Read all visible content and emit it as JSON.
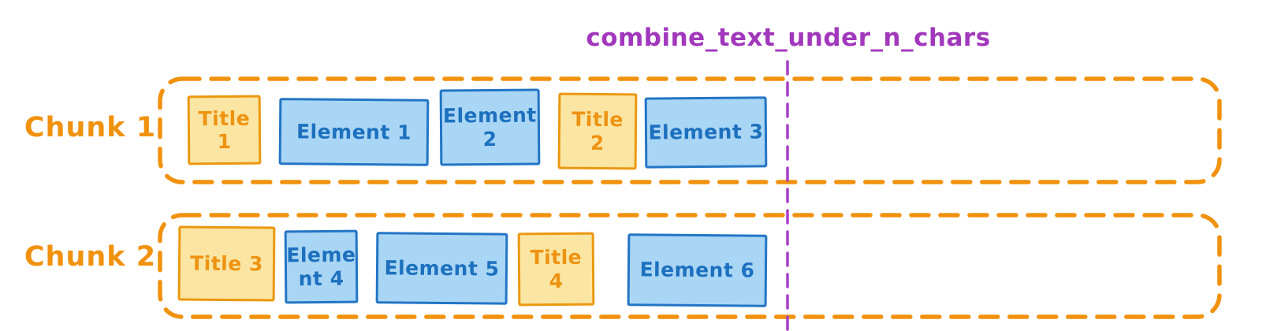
{
  "diagram": {
    "threshold_label": "combine_text_under_n_chars",
    "colors": {
      "chunk_border_orange": "#F0920E",
      "title_fill_yellow": "#FBE5A2",
      "title_border_orange": "#EB9810",
      "title_text_orange": "#EE9311",
      "element_fill_blue": "#A9D6F5",
      "element_border_blue": "#2375C5",
      "element_text_blue": "#1D70BE",
      "threshold_purple": "#A93FC8",
      "background": "#FFFFFF"
    },
    "chunks": [
      {
        "label": "Chunk 1",
        "boxes": [
          {
            "type": "title",
            "label": "Title\n1"
          },
          {
            "type": "element",
            "label": "Element 1"
          },
          {
            "type": "element",
            "label": "Element\n2"
          },
          {
            "type": "title",
            "label": "Title\n2"
          },
          {
            "type": "element",
            "label": "Element 3"
          }
        ]
      },
      {
        "label": "Chunk 2",
        "boxes": [
          {
            "type": "title",
            "label": "Title 3"
          },
          {
            "type": "element",
            "label": "Eleme\nnt 4"
          },
          {
            "type": "element",
            "label": "Element 5"
          },
          {
            "type": "title",
            "label": "Title\n4"
          },
          {
            "type": "element",
            "label": "Element 6"
          }
        ]
      }
    ]
  }
}
